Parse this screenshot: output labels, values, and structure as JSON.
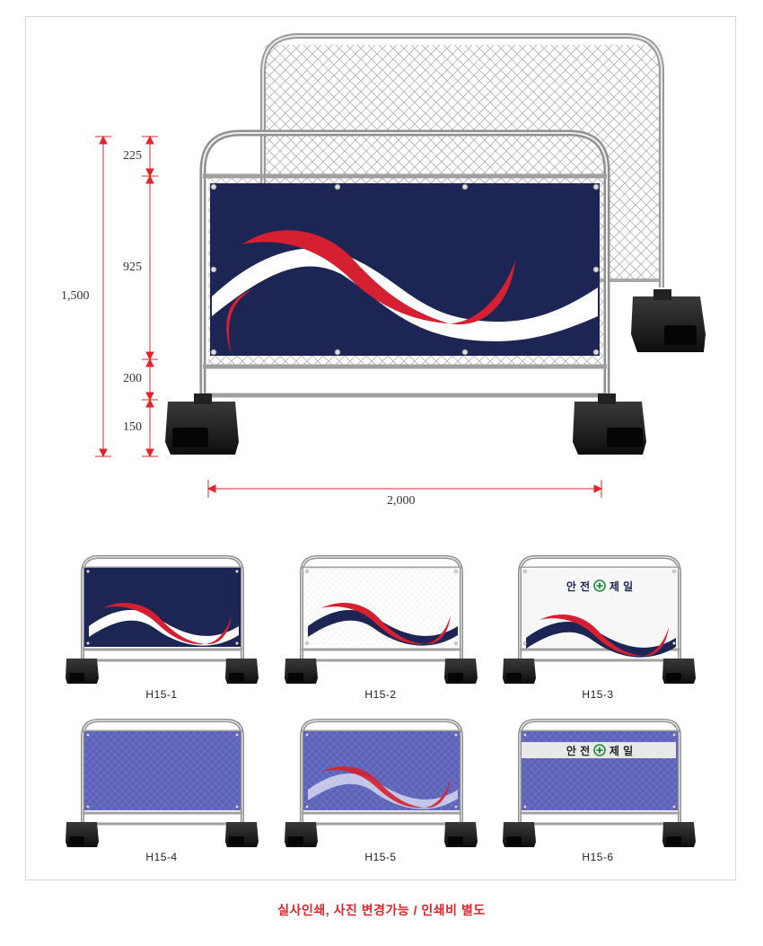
{
  "dimensions": {
    "total_height": "1,500",
    "top_gap": "225",
    "banner_height": "925",
    "lower_gap": "200",
    "base_height": "150",
    "width": "2,000"
  },
  "models": [
    {
      "code": "H15-1",
      "banner": "navy-wave"
    },
    {
      "code": "H15-2",
      "banner": "white-wave"
    },
    {
      "code": "H15-3",
      "banner": "white-wave-slogan"
    },
    {
      "code": "H15-4",
      "banner": "mesh-plain"
    },
    {
      "code": "H15-5",
      "banner": "mesh-wave"
    },
    {
      "code": "H15-6",
      "banner": "mesh-slogan"
    }
  ],
  "slogan": {
    "left": "안 전",
    "right": "제 일",
    "symbol_icon": "safety-cross-icon"
  },
  "footer": "실사인쇄, 사진 변경가능 / 인쇄비 별도",
  "colors": {
    "navy": "#1c2553",
    "red": "#d42030",
    "mesh_blue": "#5c63b8",
    "dimension_red": "#e0262c",
    "base_black": "#1a1a1a"
  }
}
